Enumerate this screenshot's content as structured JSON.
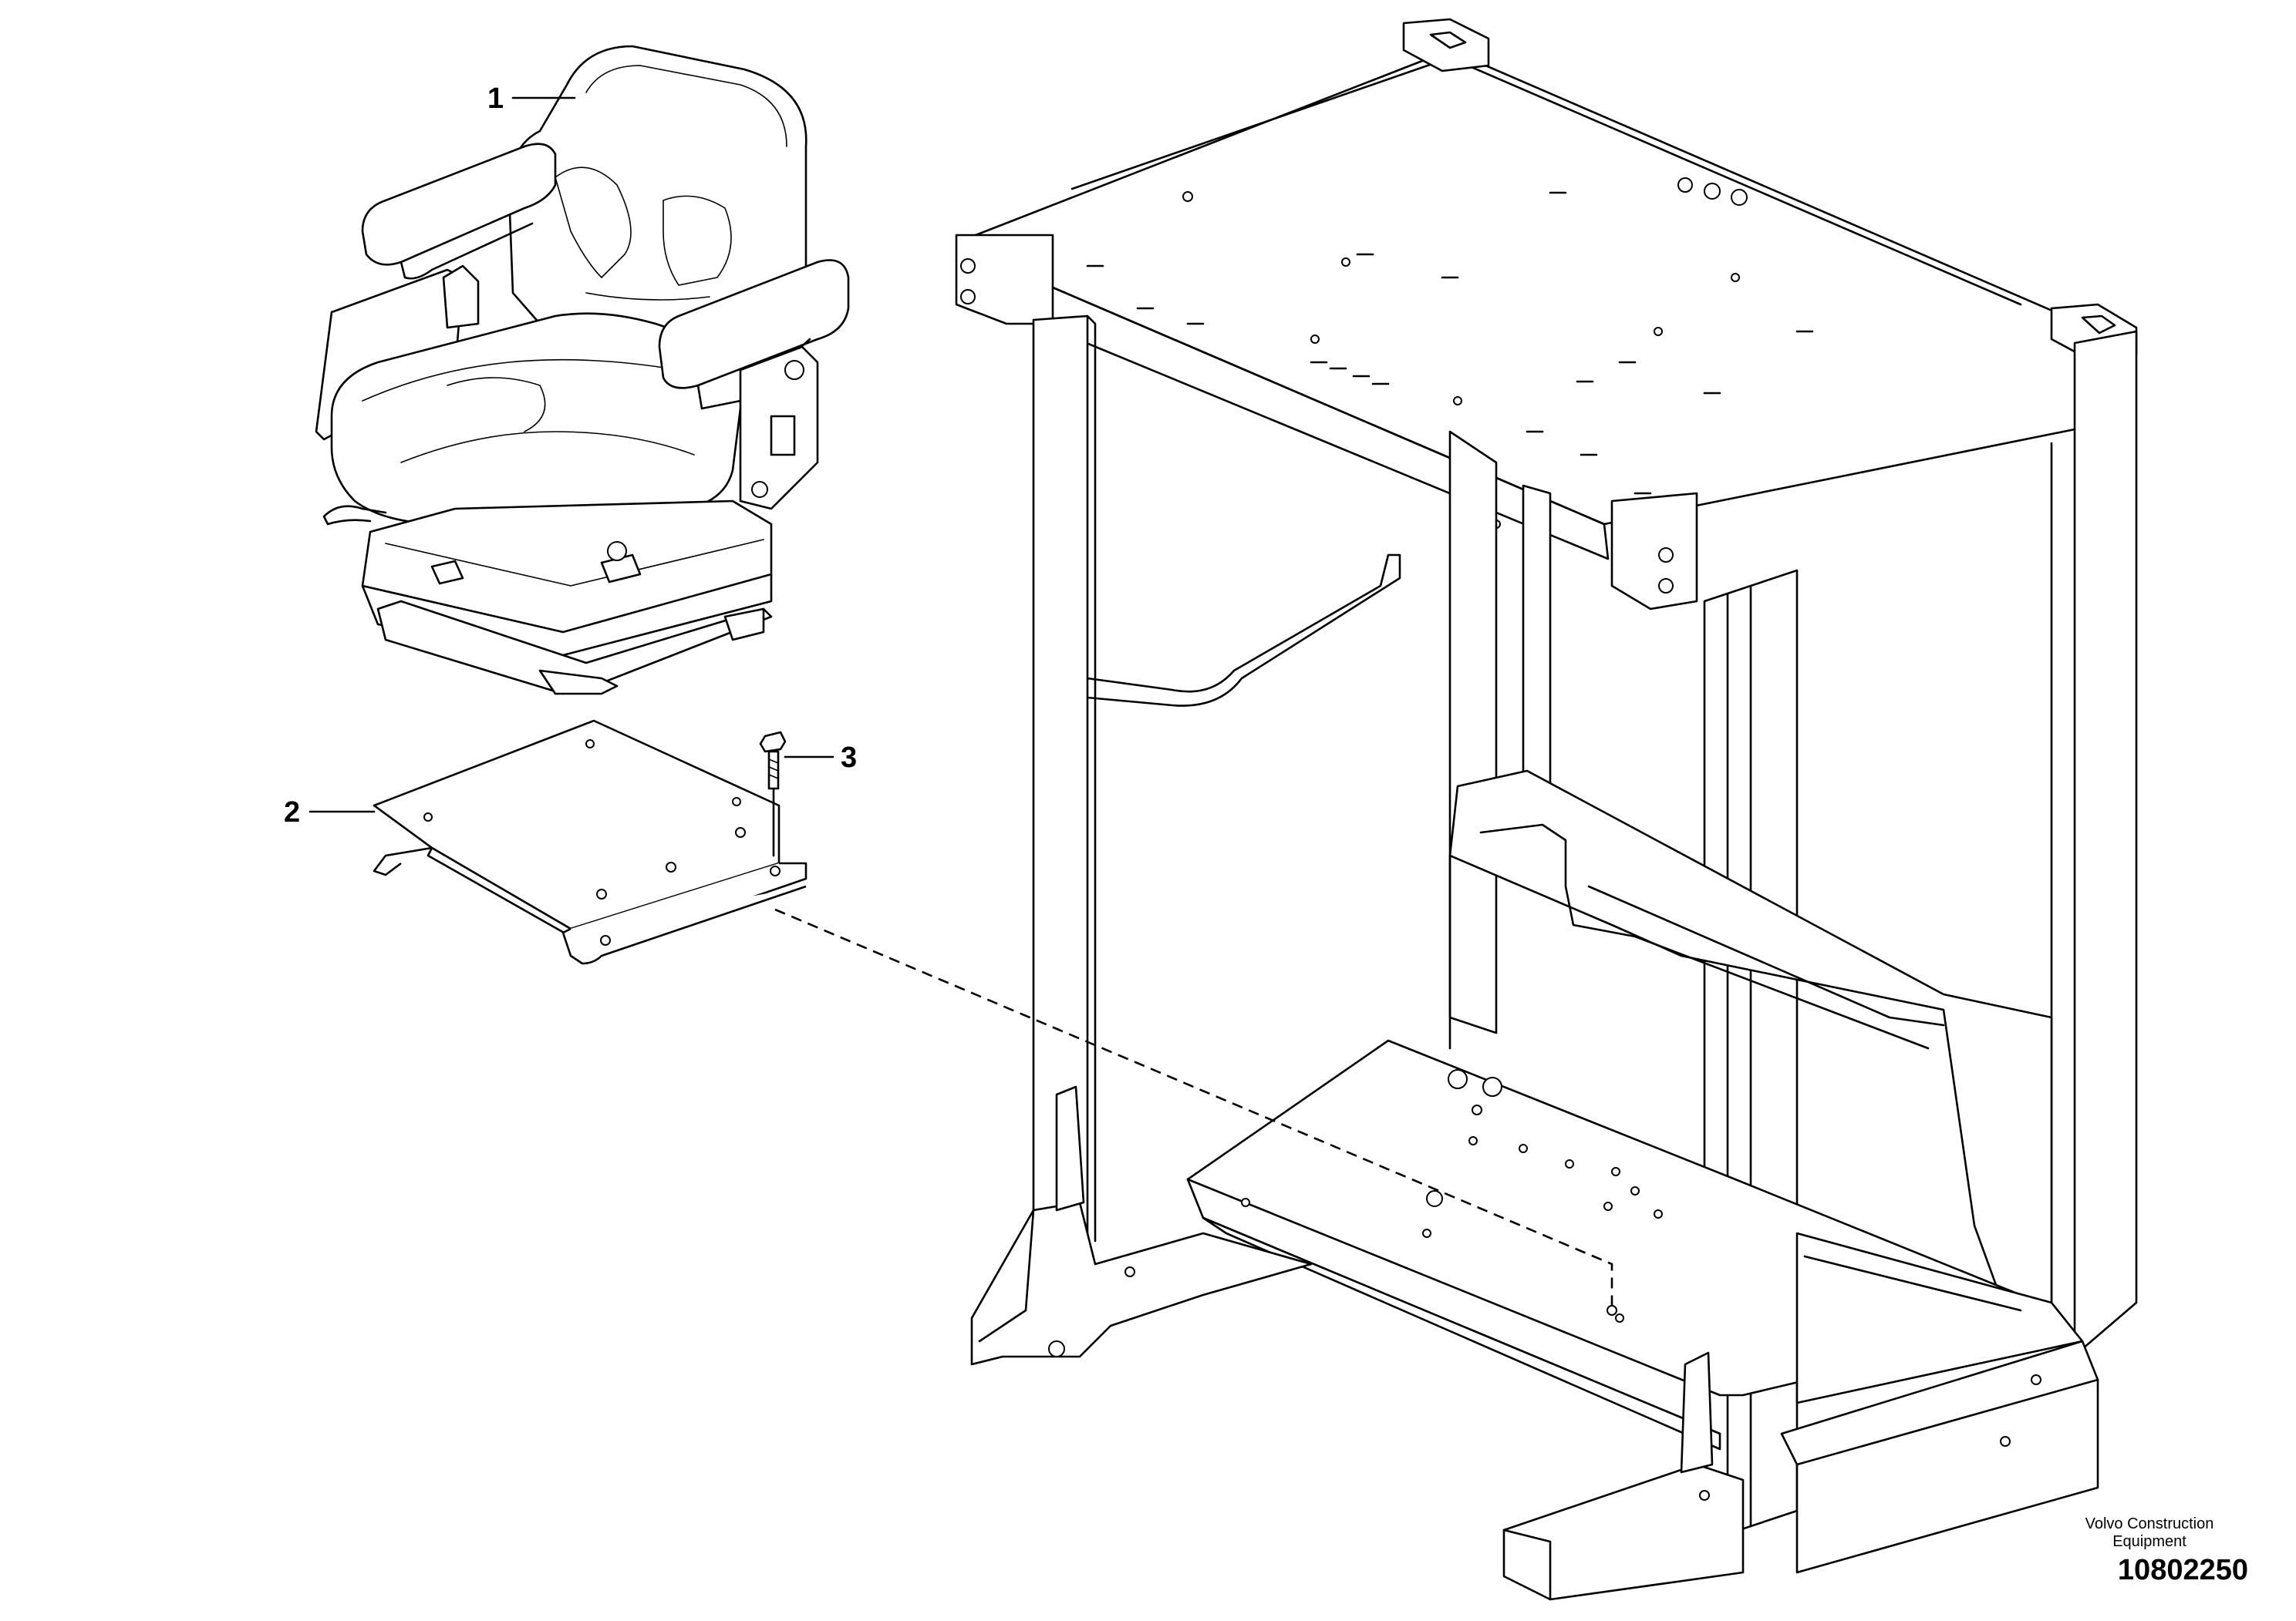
{
  "callouts": [
    {
      "number": "1",
      "part": "operator seat"
    },
    {
      "number": "2",
      "part": "seat bracket"
    },
    {
      "number": "3",
      "part": "screw"
    }
  ],
  "brand": {
    "line1": "Volvo Construction",
    "line2": "Equipment"
  },
  "document_number": "10802250",
  "colors": {
    "line": "#000000",
    "background": "#ffffff"
  }
}
